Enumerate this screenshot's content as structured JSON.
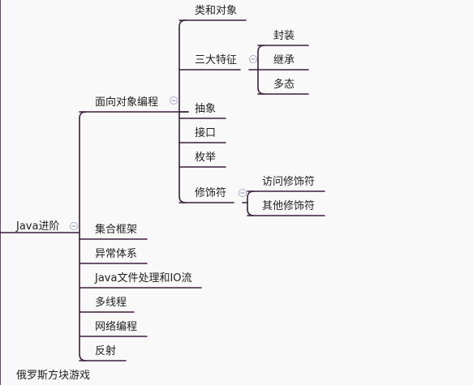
{
  "mindmap": {
    "root": {
      "label": "Java进阶",
      "children": {
        "oop": {
          "label": "面向对象编程",
          "children": {
            "class_object": "类和对象",
            "three_features": {
              "label": "三大特征",
              "children": {
                "encapsulation": "封装",
                "inheritance": "继承",
                "polymorphism": "多态"
              }
            },
            "abstraction": "抽象",
            "interface": "接口",
            "enum": "枚举",
            "modifiers": {
              "label": "修饰符",
              "children": {
                "access": "访问修饰符",
                "other": "其他修饰符"
              }
            }
          }
        },
        "collections": "集合框架",
        "exceptions": "异常体系",
        "file_io": "Java文件处理和IO流",
        "threads": "多线程",
        "network": "网络编程",
        "reflection": "反射"
      }
    },
    "sibling_topic": "俄罗斯方块游戏"
  }
}
